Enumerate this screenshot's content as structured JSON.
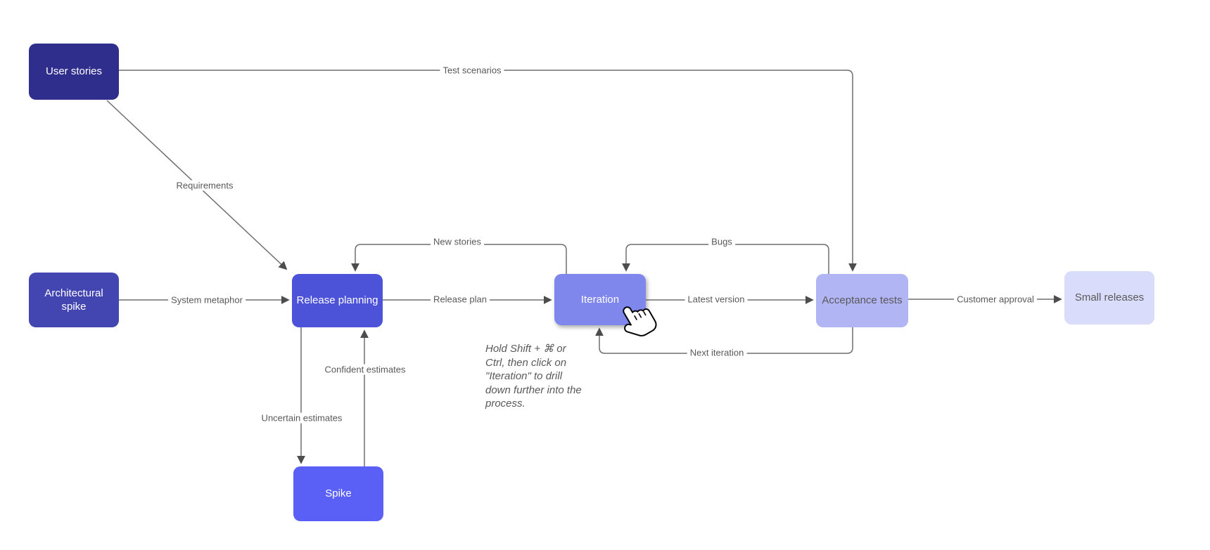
{
  "diagram": {
    "title_hint": "Extreme programming process flowchart",
    "nodes": [
      {
        "id": "user-stories",
        "label": "User stories",
        "fill": "#302e8c",
        "text_color": "#ffffff"
      },
      {
        "id": "architectural-spike",
        "label": "Architectural spike",
        "fill": "#4346b0",
        "text_color": "#ffffff"
      },
      {
        "id": "release-planning",
        "label": "Release planning",
        "fill": "#4d53d8",
        "text_color": "#ffffff"
      },
      {
        "id": "iteration",
        "label": "Iteration",
        "fill": "#7f86ec",
        "text_color": "#ffffff",
        "state": "hovered-by-cursor"
      },
      {
        "id": "spike",
        "label": "Spike",
        "fill": "#5a60f5",
        "text_color": "#ffffff"
      },
      {
        "id": "acceptance-tests",
        "label": "Acceptance tests",
        "fill": "#b2b5f4",
        "text_color": "#595959"
      },
      {
        "id": "small-releases",
        "label": "Small releases",
        "fill": "#dadcfb",
        "text_color": "#595959"
      }
    ],
    "edges": [
      {
        "from": "user-stories",
        "to": "acceptance-tests",
        "label": "Test scenarios"
      },
      {
        "from": "user-stories",
        "to": "release-planning",
        "label": "Requirements"
      },
      {
        "from": "architectural-spike",
        "to": "release-planning",
        "label": "System metaphor"
      },
      {
        "from": "release-planning",
        "to": "iteration",
        "label": "Release plan"
      },
      {
        "from": "iteration",
        "to": "release-planning",
        "label": "New stories"
      },
      {
        "from": "acceptance-tests",
        "to": "iteration",
        "label": "Bugs"
      },
      {
        "from": "iteration",
        "to": "acceptance-tests",
        "label": "Latest version"
      },
      {
        "from": "acceptance-tests",
        "to": "iteration",
        "label": "Next iteration"
      },
      {
        "from": "acceptance-tests",
        "to": "small-releases",
        "label": "Customer approval"
      },
      {
        "from": "release-planning",
        "to": "spike",
        "label": "Uncertain estimates"
      },
      {
        "from": "spike",
        "to": "release-planning",
        "label": "Confident estimates"
      }
    ],
    "annotation": "Hold Shift + ⌘ or Ctrl, then click on \"Iteration\" to drill down further into the process.",
    "cursor": {
      "shape": "pointing-hand",
      "over": "iteration"
    },
    "colors": {
      "canvas": "#ffffff",
      "edge_line": "#6e6e6e",
      "arrowhead": "#4d4d4d",
      "label_text": "#595959"
    }
  }
}
